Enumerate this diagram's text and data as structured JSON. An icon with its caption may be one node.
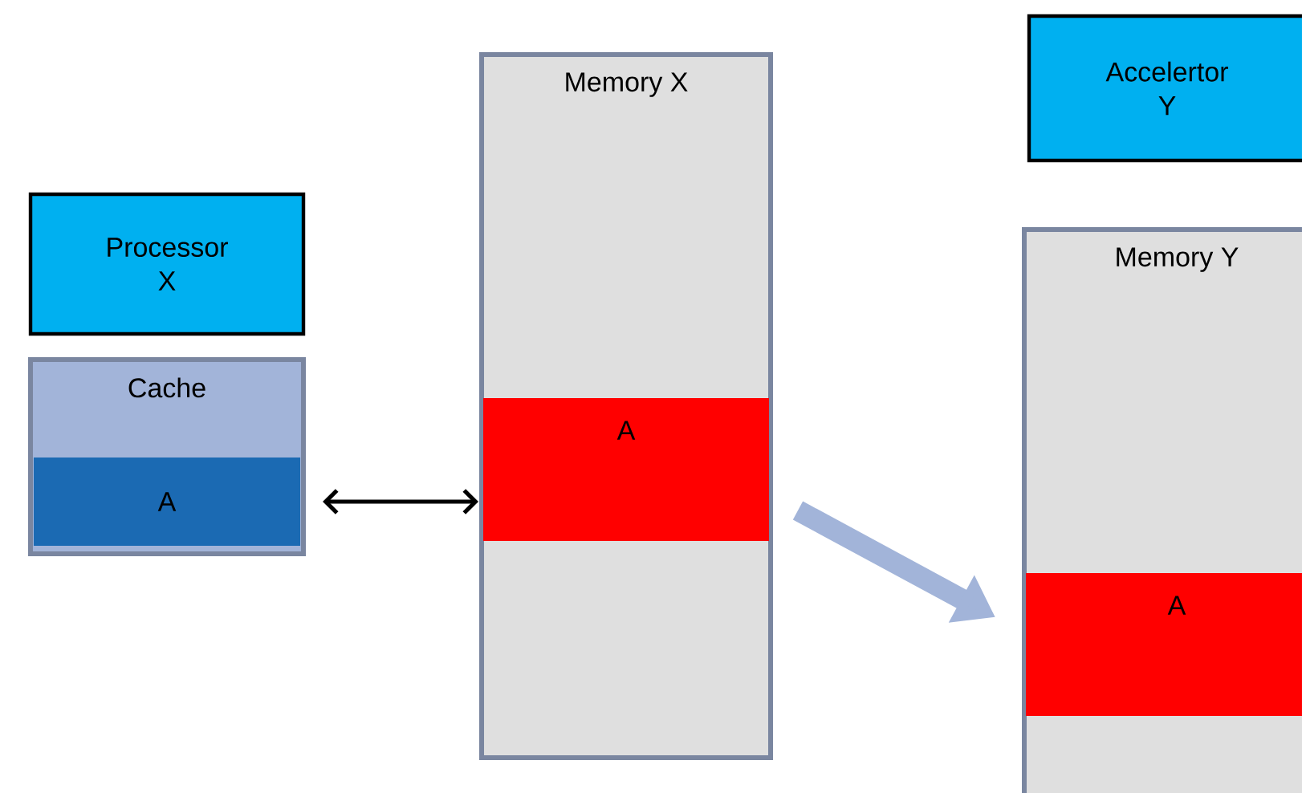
{
  "diagram": {
    "nodes": [
      {
        "text": [
          "Processor X"
        ]
      },
      {
        "text": [
          "Cache"
        ]
      },
      {
        "text": [
          "A"
        ],
        "in": 1
      },
      {
        "text": [
          "Memory X"
        ]
      },
      {
        "text": [
          "A"
        ],
        "in": 3
      },
      {
        "text": [
          "Accelertor Y"
        ]
      },
      {
        "text": [
          "Memory Y"
        ]
      },
      {
        "text": [
          "A"
        ],
        "in": 6
      }
    ],
    "edges": [
      {
        "from": 2,
        "to": 4,
        "arrow": "both"
      },
      {
        "from": 3,
        "to": 6,
        "arrow": "to",
        "style": "thick",
        "color": "#a2b4d9"
      }
    ]
  }
}
